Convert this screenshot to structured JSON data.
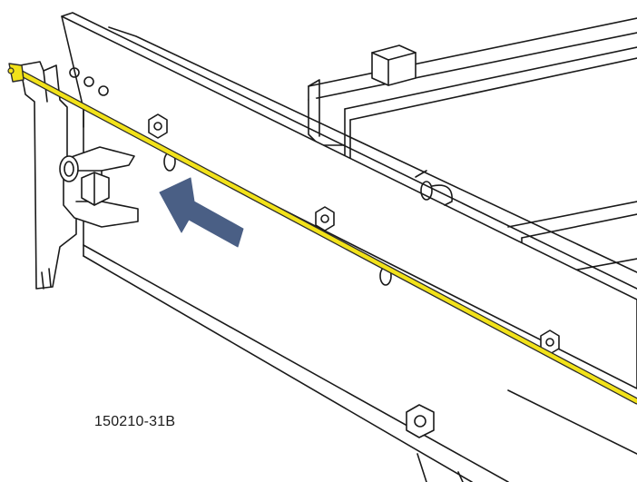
{
  "figure": {
    "id_label": "150210-31B"
  },
  "colors": {
    "line": "#1a1a1a",
    "fill": "#ffffff",
    "cable": "#f2e21a",
    "cable_edge": "#2a2a2a",
    "arrow": "#4a5f85"
  },
  "parts": {
    "rail": "side-rail",
    "frame": "support-frame",
    "bracket": "mounting-bracket",
    "cable": "yellow-cable",
    "arrow": "direction-arrow",
    "nuts": [
      "nut",
      "nut",
      "nut",
      "nut"
    ]
  }
}
